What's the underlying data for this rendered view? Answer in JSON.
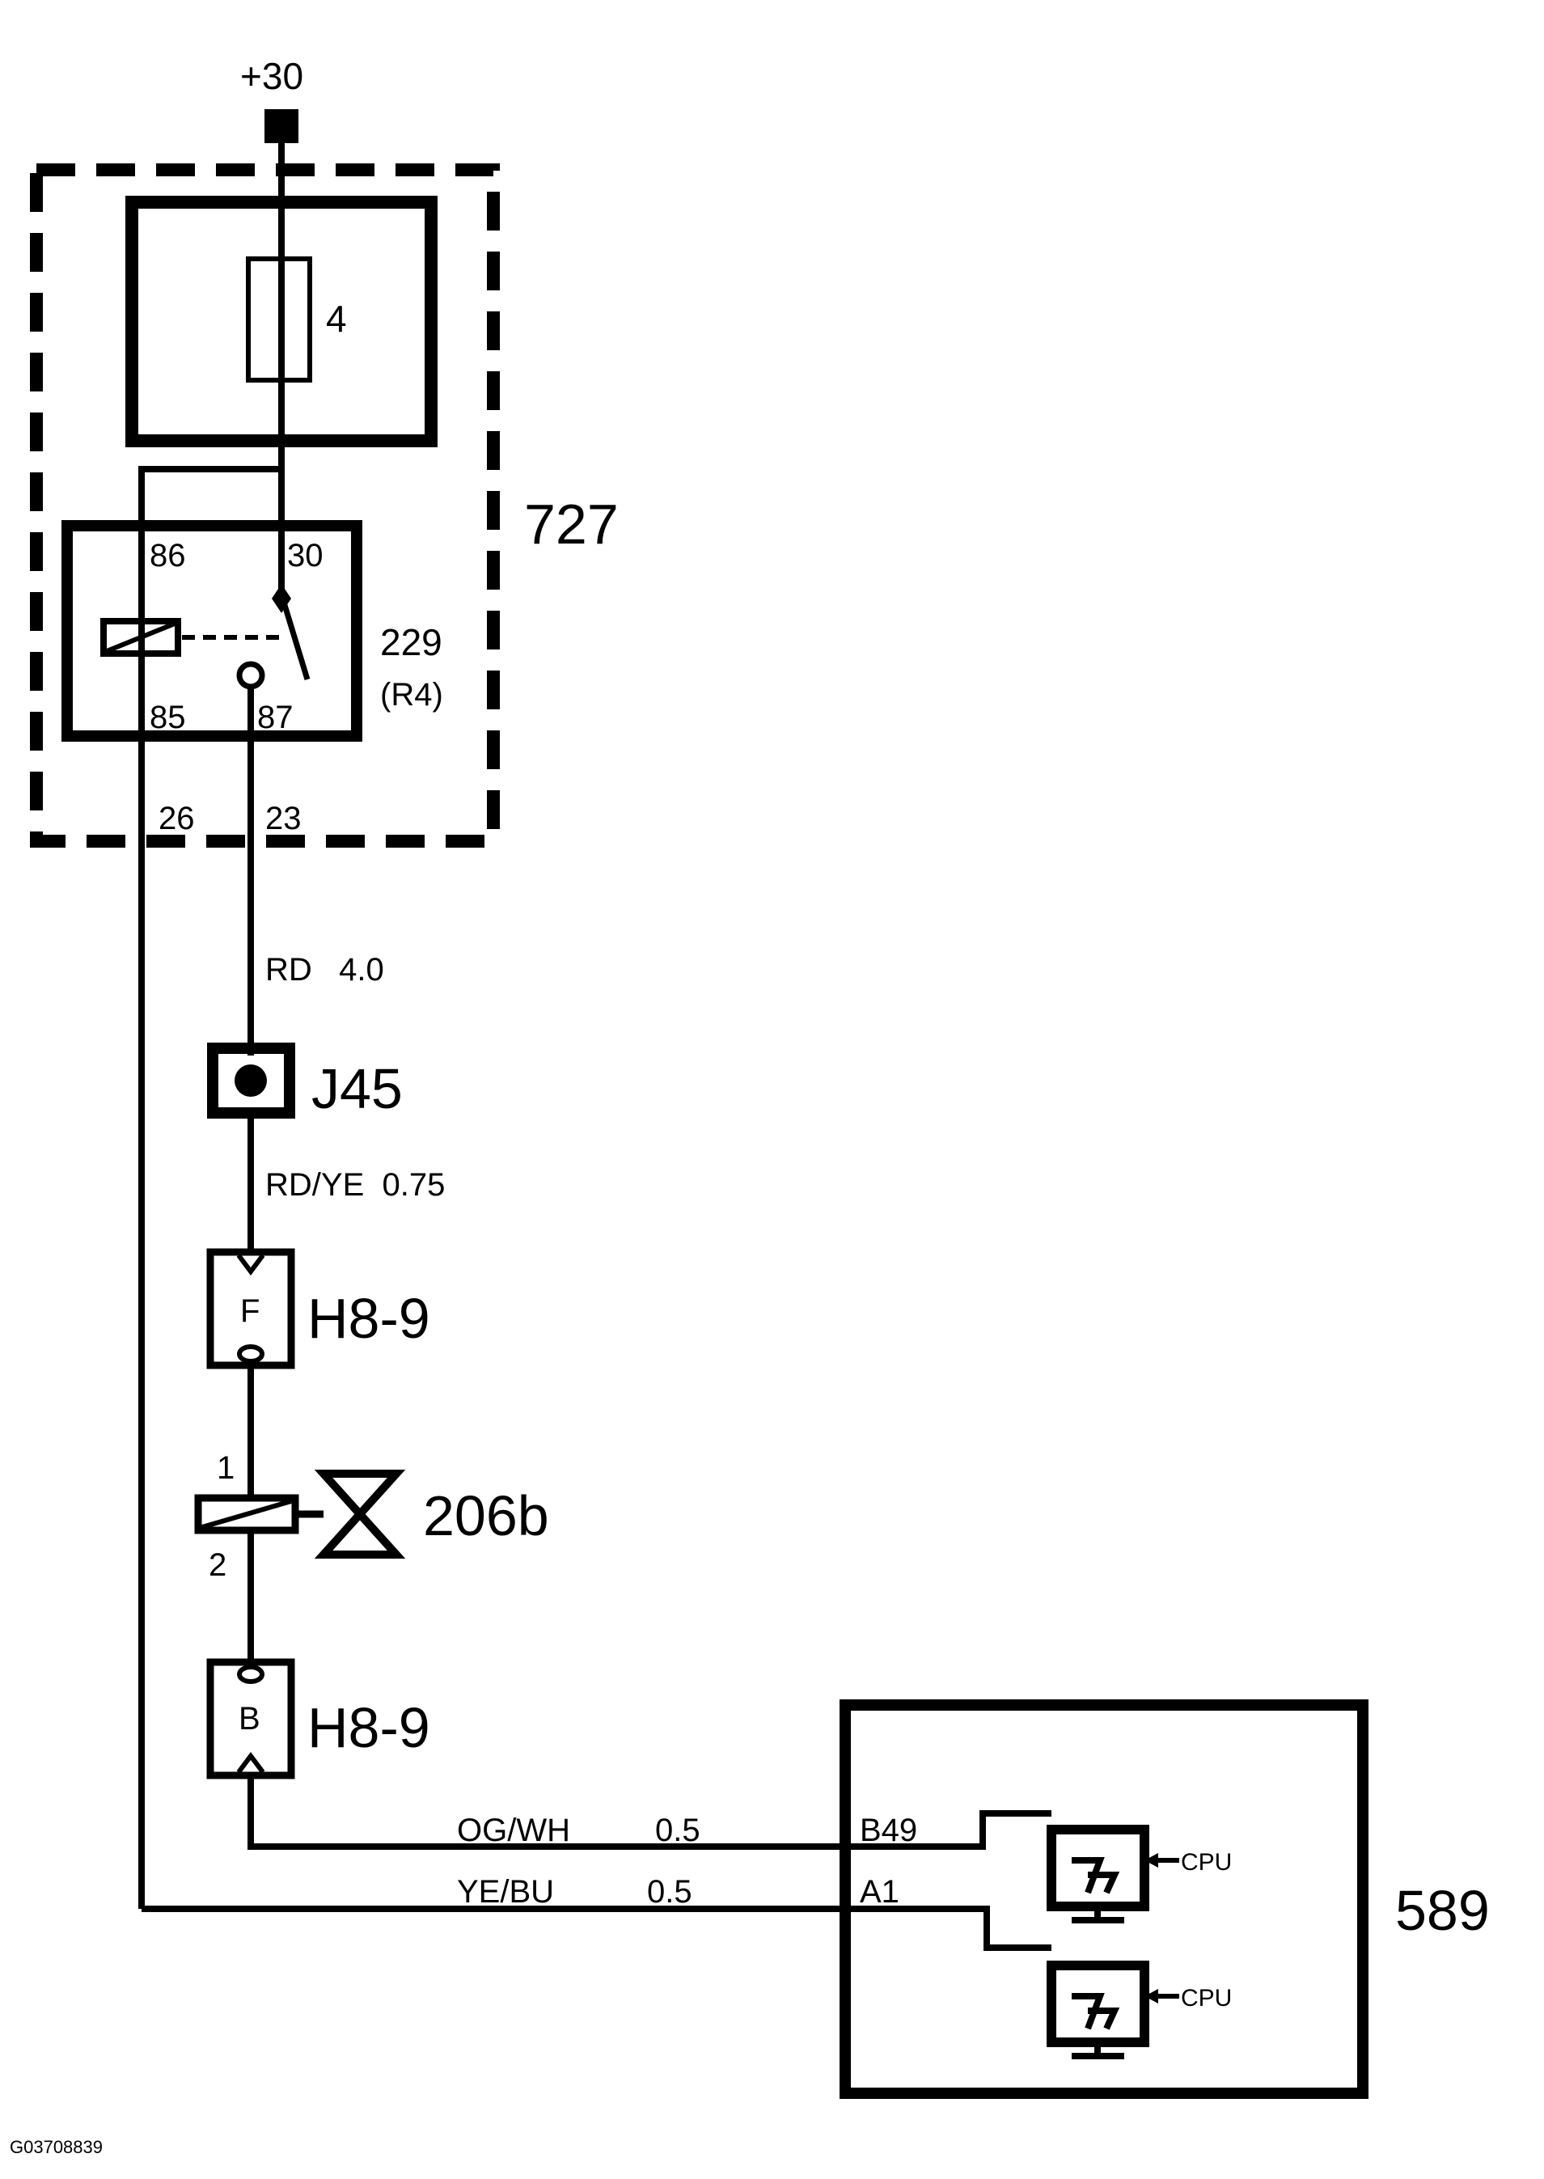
{
  "supply": {
    "label": "+30"
  },
  "fuse_box": {
    "id": "727",
    "fuse_label": "4"
  },
  "relay": {
    "id": "229",
    "alt_id": "(R4)",
    "pins": {
      "p86": "86",
      "p30": "30",
      "p85": "85",
      "p87": "87"
    },
    "box_pins": {
      "p26": "26",
      "p23": "23"
    }
  },
  "wires": {
    "w1": "RD   4.0",
    "w2": "RD/YE  0.75",
    "w3_color": "OG/WH",
    "w3_size": "0.5",
    "w4_color": "YE/BU",
    "w4_size": "0.5"
  },
  "junction": {
    "id": "J45"
  },
  "connector_f": {
    "letter": "F",
    "id": "H8-9"
  },
  "valve": {
    "id": "206b",
    "pin1": "1",
    "pin2": "2"
  },
  "connector_b": {
    "letter": "B",
    "id": "H8-9"
  },
  "module": {
    "id": "589",
    "pin_b49": "B49",
    "pin_a1": "A1",
    "cpu1": "CPU",
    "cpu2": "CPU"
  },
  "doc_id": "G03708839"
}
